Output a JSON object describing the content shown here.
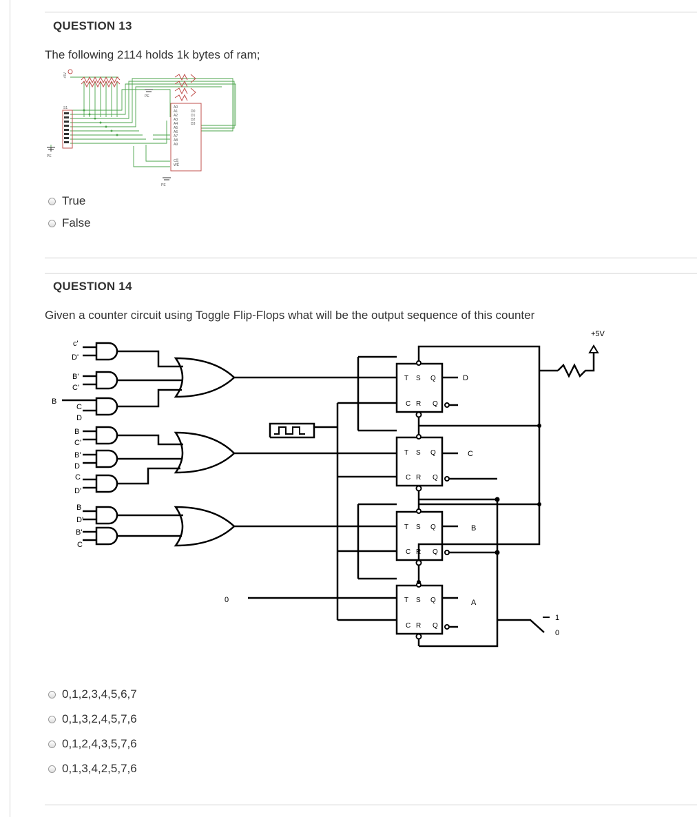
{
  "q13": {
    "title": "QUESTION 13",
    "text": "The following 2114 holds 1k bytes of ram;",
    "options": [
      "True",
      "False"
    ],
    "schematic": {
      "chip_pins_left": [
        "A0",
        "A1",
        "A2",
        "A3",
        "A4",
        "A5",
        "A6",
        "A7",
        "A8",
        "A9",
        "CS̅",
        "WE̅"
      ],
      "chip_pins_right": [
        "D0",
        "D1",
        "D2",
        "D3"
      ],
      "ground_labels": [
        "PE",
        "PE",
        "PE"
      ],
      "switch_label": "S1",
      "vcc_label": "+5V"
    }
  },
  "q14": {
    "title": "QUESTION 14",
    "text": "Given a counter circuit using Toggle Flip-Flops what will be the output sequence of this counter",
    "options": [
      "0,1,2,3,4,5,6,7",
      "0,1,3,2,4,5,7,6",
      "0,1,2,4,3,5,7,6",
      "0,1,3,4,2,5,7,6"
    ],
    "circuit": {
      "vcc_label": "+5V",
      "left_input_labels": [
        "c'",
        "D'",
        "B'",
        "C'",
        "C",
        "D",
        "B",
        "C'",
        "B'",
        "D",
        "C",
        "D'",
        "B",
        "D'",
        "B'",
        "C"
      ],
      "b_input_label": "B",
      "zero_input_label": "0",
      "ff_pins_top": [
        "T",
        "S",
        "Q"
      ],
      "ff_pins_bottom": [
        "C",
        "R",
        "Q"
      ],
      "ff_outputs": [
        "D",
        "C",
        "B",
        "A"
      ],
      "switch_labels": [
        "1",
        "0"
      ]
    }
  }
}
